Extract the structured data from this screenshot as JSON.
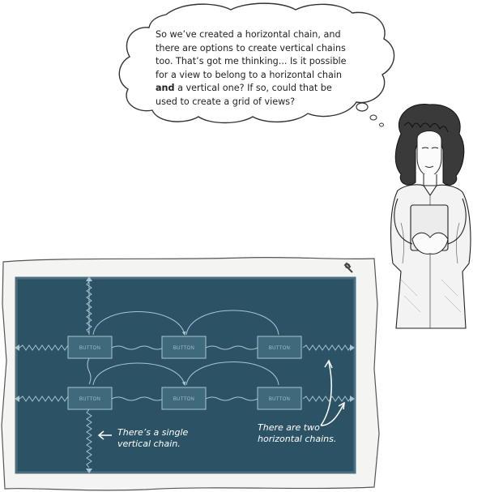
{
  "thought": {
    "line1": "So we’ve created a horizontal chain, and",
    "line2": "there are options to create vertical chains",
    "line3": "too. That’s got me thinking... Is it possible",
    "line4": "for a view to belong to a horizontal chain",
    "line5_bold": "and",
    "line5_rest": " a vertical one? If so, could that be",
    "line6": "used to create a grid of views?"
  },
  "editor": {
    "buttons": {
      "r1c1": "BUTTON",
      "r1c2": "BUTTON",
      "r1c3": "BUTTON",
      "r2c1": "BUTTON",
      "r2c2": "BUTTON",
      "r2c3": "BUTTON"
    }
  },
  "notes": {
    "vertical_line1": "There’s a single",
    "vertical_line2": "vertical chain.",
    "horizontal_line1": "There are two",
    "horizontal_line2": "horizontal chains."
  },
  "colors": {
    "canvas": "#2b5365",
    "canvas_border": "#4b6f80",
    "chain": "#a8c4d0",
    "button_fill": "#3f6a7b",
    "paper": "#f4f4f2"
  },
  "icons": [
    "wrench-icon",
    "right-arrow-icon",
    "curved-arrow-icon"
  ]
}
